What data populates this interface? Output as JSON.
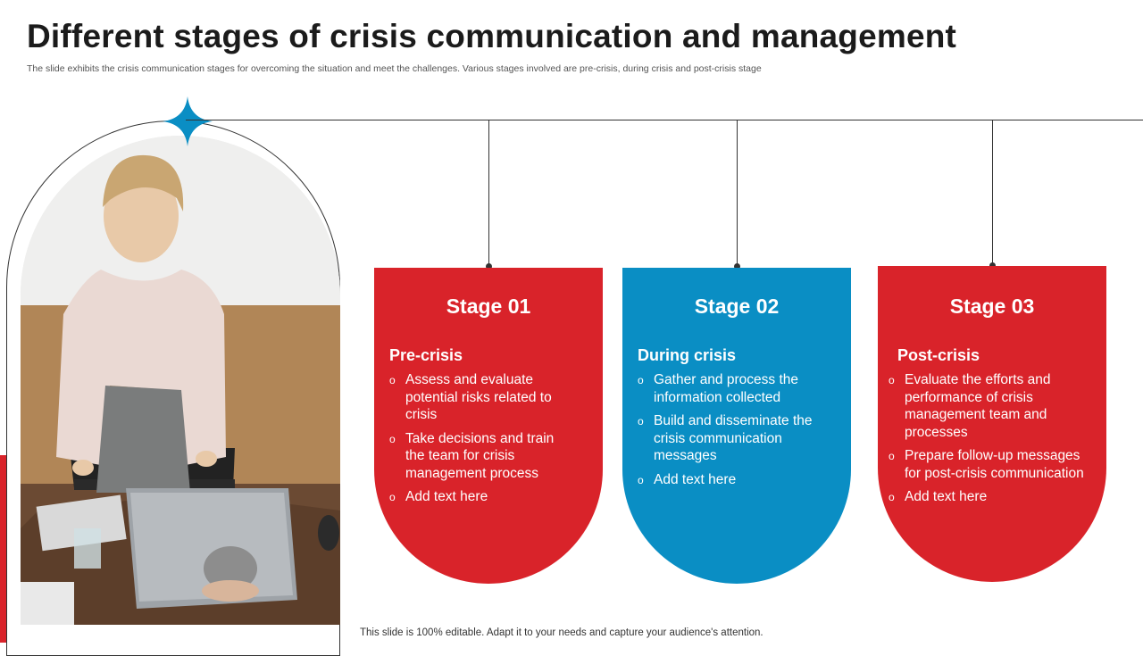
{
  "slide": {
    "title": "Different stages of crisis communication and management",
    "subtitle": "The slide exhibits the crisis communication stages for overcoming the situation and meet the challenges. Various stages involved are pre-crisis, during crisis and post-crisis stage",
    "footer": "This slide is 100% editable. Adapt it to your needs and capture your audience's attention."
  },
  "colors": {
    "red": "#d9232a",
    "blue": "#0a8ec4",
    "line": "#333333"
  },
  "icons": {
    "sparkle": "four-point-star-icon",
    "bullet": "hollow-circle-bullet"
  },
  "stages": [
    {
      "title": "Stage 01",
      "heading": "Pre-crisis",
      "items": [
        "Assess and evaluate potential risks related to crisis",
        "Take decisions and train the team for crisis management process",
        "Add text here"
      ]
    },
    {
      "title": "Stage 02",
      "heading": "During crisis",
      "items": [
        "Gather and process the information collected",
        "Build and disseminate the crisis communication messages",
        "Add text here"
      ]
    },
    {
      "title": "Stage 03",
      "heading": "Post-crisis",
      "items": [
        "Evaluate the efforts and performance of crisis management team and processes",
        "Prepare follow-up messages for post-crisis communication",
        "Add text here"
      ]
    }
  ]
}
